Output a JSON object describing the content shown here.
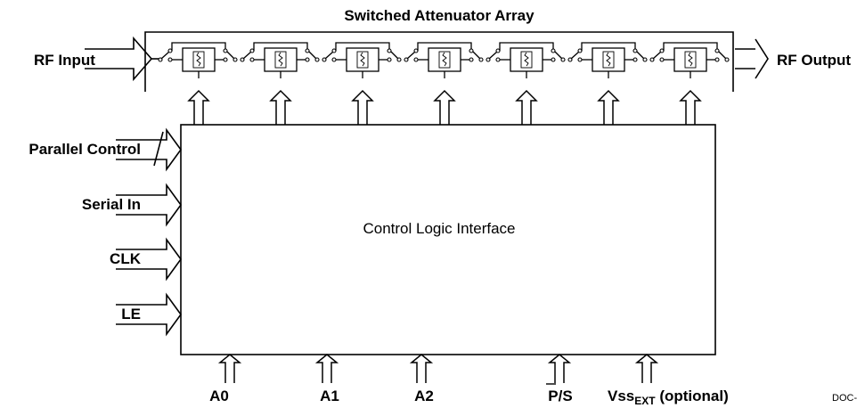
{
  "title": "Switched Attenuator Array",
  "rf_input": "RF Input",
  "rf_output": "RF Output",
  "control_block": "Control Logic Interface",
  "left_inputs": [
    "Parallel Control",
    "Serial In",
    "CLK",
    "LE"
  ],
  "bottom_pins": {
    "a0": "A0",
    "a1": "A1",
    "a2": "A2",
    "ps": "P/S",
    "vss": "Vss",
    "vss_sub": "EXT",
    "vss_note": " (optional)"
  },
  "footer": "DOC-",
  "attenuator_stage_count": 7
}
